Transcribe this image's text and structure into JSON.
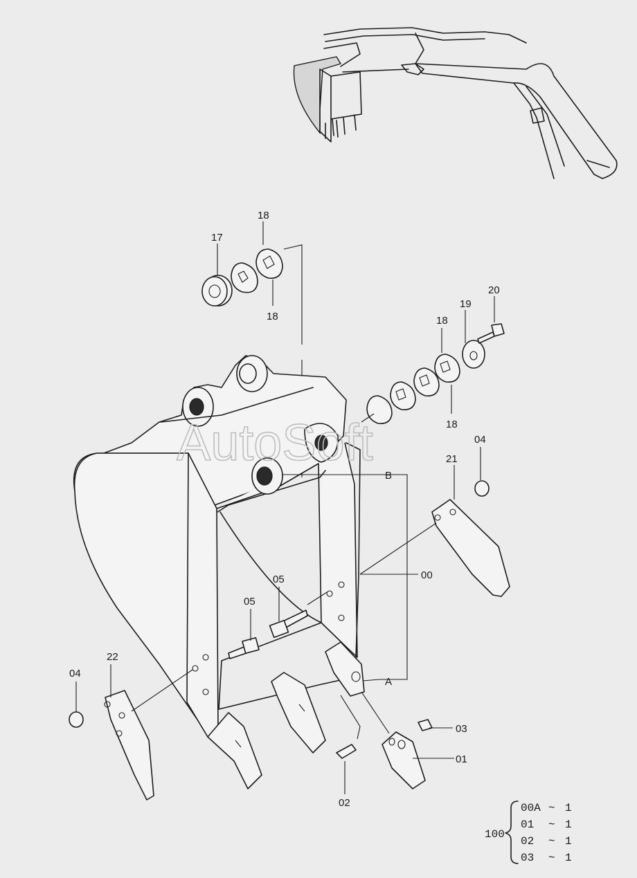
{
  "watermark": "AutoSoft",
  "callouts": {
    "p17": "17",
    "p18a": "18",
    "p18b": "18",
    "p18c": "18",
    "p18d": "18",
    "p19": "19",
    "p20": "20",
    "p04a": "04",
    "p21": "21",
    "pB": "B",
    "p00": "00",
    "p05a": "05",
    "p05b": "05",
    "pA": "A",
    "p22": "22",
    "p04b": "04",
    "p03": "03",
    "p01": "01",
    "p02": "02"
  },
  "kit": {
    "number": "100",
    "items": [
      {
        "part": "00A",
        "sep": "~",
        "qty": "1"
      },
      {
        "part": "01",
        "sep": "~",
        "qty": "1"
      },
      {
        "part": "02",
        "sep": "~",
        "qty": "1"
      },
      {
        "part": "03",
        "sep": "~",
        "qty": "1"
      }
    ]
  },
  "colors": {
    "line": "#1c1c1c",
    "background": "#ececec",
    "watermark": "#bdbdbd"
  }
}
